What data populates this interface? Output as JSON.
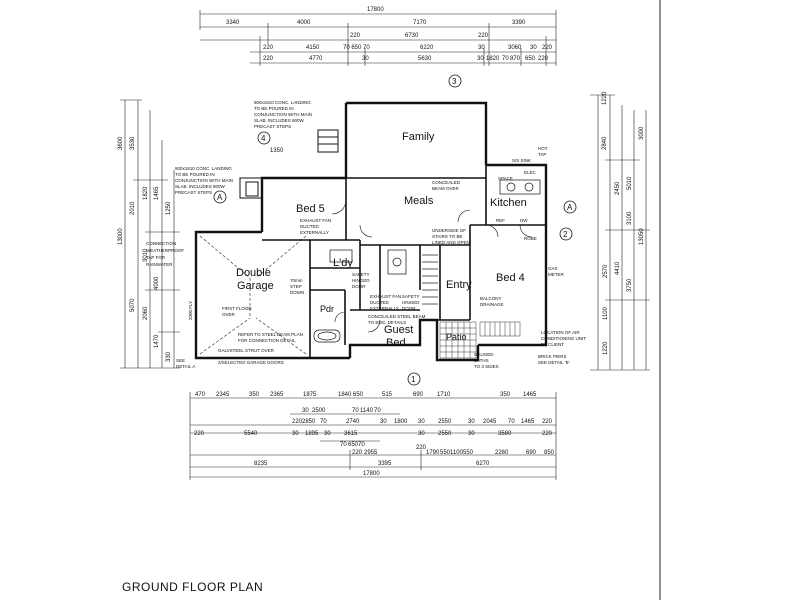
{
  "title": "GROUND FLOOR PLAN",
  "callouts": [
    "1",
    "2",
    "3",
    "4",
    "A"
  ],
  "rooms": {
    "family": "Family",
    "meals": "Meals",
    "kitchen": "Kitchen",
    "bed5": "Bed 5",
    "bed4": "Bed 4",
    "laundry": "L'dy",
    "garage_l1": "Double",
    "garage_l2": "Garage",
    "entry": "Entry",
    "guest_l1": "Guest",
    "guest_l2": "Bed",
    "patio": "Patio",
    "pdr": "Pdr"
  },
  "dims_top": {
    "r1": [
      "17800"
    ],
    "r2": [
      "3340",
      "4000",
      "7170",
      "3390"
    ],
    "r3": [
      "220",
      "6730",
      "220"
    ],
    "r4": [
      "220",
      "4150",
      "70 650 70",
      "6220",
      "30",
      "3060",
      "30",
      "220"
    ],
    "r5": [
      "220",
      "4770",
      "30",
      "5630",
      "30",
      "1820",
      "70",
      "870",
      "650",
      "220"
    ]
  },
  "dims_bottom": {
    "r1": [
      "470",
      "2345",
      "350",
      "2365",
      "1875",
      "1840",
      "650",
      "515",
      "690",
      "1710",
      "350",
      "1465"
    ],
    "r2": [
      "30",
      "2500",
      "70",
      "1140",
      "70"
    ],
    "r3": [
      "220",
      "2850",
      "70",
      "2740",
      "30",
      "1800",
      "30",
      "2550",
      "30",
      "2045",
      "70",
      "1465",
      "220"
    ],
    "r4": [
      "220",
      "5540",
      "30",
      "1895",
      "30",
      "3615",
      "30",
      "2550",
      "30",
      "3580",
      "220"
    ],
    "r5": [
      "70",
      "650",
      "70"
    ],
    "r6": [
      "220",
      "2955",
      "220",
      "1790",
      "550",
      "1100",
      "550",
      "2260",
      "690",
      "850"
    ],
    "r7": [
      "8235",
      "3395",
      "6270"
    ],
    "r8": [
      "17800"
    ]
  },
  "dims_left": [
    "3600",
    "3530",
    "2010",
    "1820",
    "1465",
    "1250",
    "13000",
    "5070",
    "2060",
    "1470",
    "330",
    "3010",
    "1350",
    "4000"
  ],
  "dims_right": [
    "1220",
    "2840",
    "3000",
    "5010",
    "13050",
    "2450",
    "3100",
    "4410",
    "3750",
    "2570",
    "1100",
    "1220"
  ],
  "notes": {
    "landing1": [
      "900x1810 CONC. LANDING",
      "TO BE POURED IN",
      "CONJUNCTION WITH MAIN",
      "SLAB. INCLUDES 900W",
      "PRECAST STEPS"
    ],
    "landing2": [
      "900x1810 CONC. LANDING",
      "TO BE POURED IN",
      "CONJUNCTION WITH MAIN",
      "SLAB. INCLUDES 900W",
      "PRECAST STEPS"
    ],
    "connection": [
      "CONNECTION",
      "WEATHERPROOF",
      "TAP FOR",
      "RAINWATER"
    ],
    "fan1": [
      "EXHAUST FAN",
      "DUCTED",
      "EXTERNALLY"
    ],
    "fan2": [
      "EXHAUST FAN",
      "DUCTED",
      "EXTERNALLY"
    ],
    "beam_meals": [
      "CONCEALED",
      "BEAM OVER"
    ],
    "beam_guest": [
      "CONCEALED STEEL BEAM",
      "TO ENG. DETAILS"
    ],
    "stair_note": [
      "UNDERSIDE OF",
      "STAIRS TO BE",
      "LINED AND OPEN"
    ],
    "steel_beam": [
      "REFER TO STEEL BEAM PLAN",
      "FOR CONNECTION DETAIL"
    ],
    "garage_door": [
      "GALVSTEEL STRUT OVER",
      "2/SELECTED GARAGE DOORS"
    ],
    "first_floor": [
      "FIRST FLOOR",
      "OVER"
    ],
    "step": [
      "70mm",
      "STEP",
      "DOWN"
    ],
    "safety1": [
      "SAFETY",
      "HINGED",
      "DOOR"
    ],
    "safety2": [
      "SAFETY",
      "HINGED",
      "DOOR"
    ],
    "aircon": [
      "LOCATION OF AIR",
      "CONDITIONING UNIT",
      "BY CLIENT"
    ],
    "brick_piers": [
      "BRICK PIERS",
      "SEE DETAIL 'B'"
    ],
    "gas": [
      "GAS",
      "METER"
    ],
    "balcony": [
      "BALCONY",
      "DRAINAGE"
    ],
    "gauged": [
      "GAUGED",
      "BATHS",
      "TO 3 SIDES"
    ],
    "detail_a": [
      "SEE",
      "DETAIL A"
    ],
    "kitchen_notes": [
      "S/S SINK",
      "ELEC",
      "SPACE",
      "REF",
      "ROBE",
      "DW",
      "TAP",
      "HOT"
    ],
    "window_size": "2000 FLY"
  }
}
